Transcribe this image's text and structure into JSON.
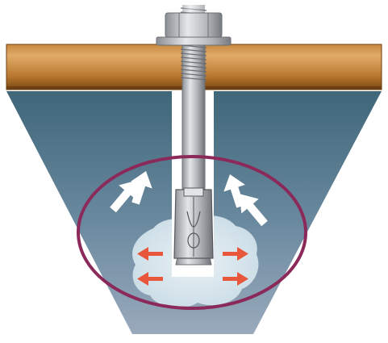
{
  "diagram": {
    "subject": "wedge-anchor-expansion-in-concrete",
    "parts": {
      "fixture_plate": "wood-fixture",
      "substrate": "concrete-base",
      "anchor": "wedge-anchor-bolt",
      "nut": "hex-nut",
      "washer": "washer",
      "clip": "expansion-clip",
      "stress_zone": "stress-zone-ellipse",
      "crack_region": "cracked-concrete-region"
    },
    "arrows": {
      "outward_count": 4,
      "lateral_count": 4
    },
    "colors": {
      "wood_light": "#d49a52",
      "wood_dark": "#8a531c",
      "concrete_top": "#3f6679",
      "concrete_bottom": "#96a8b9",
      "ellipse": "#8b2a5a",
      "white_arrow": "#ffffff",
      "red_arrow": "#e8573b",
      "crack_fill": "#dce8ef",
      "steel": "#a9adb2"
    }
  }
}
